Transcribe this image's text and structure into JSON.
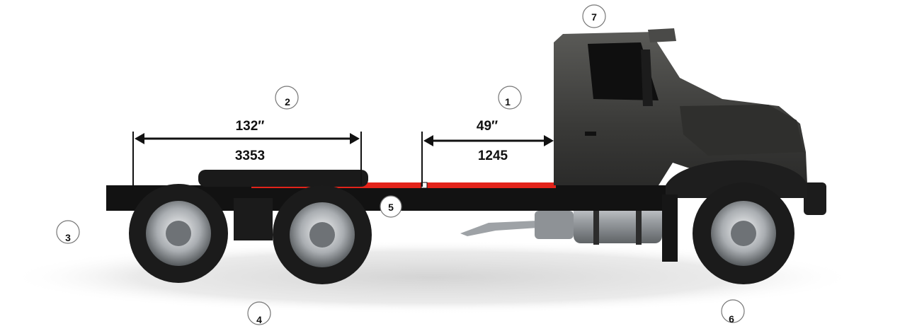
{
  "diagram": {
    "dimensions": [
      {
        "label": "132″",
        "metric": "3353"
      },
      {
        "label": "49″",
        "metric": "1245"
      }
    ],
    "markers": [
      "1",
      "2",
      "3",
      "4",
      "5",
      "6",
      "7"
    ],
    "colors": {
      "frame_highlight": "#e2231a",
      "truck_body": "#3c3c3a",
      "chassis": "#111111",
      "tire": "#1b1b1b",
      "wheel": "#b9bcbf",
      "fuel_tank": "#b7babd"
    }
  }
}
